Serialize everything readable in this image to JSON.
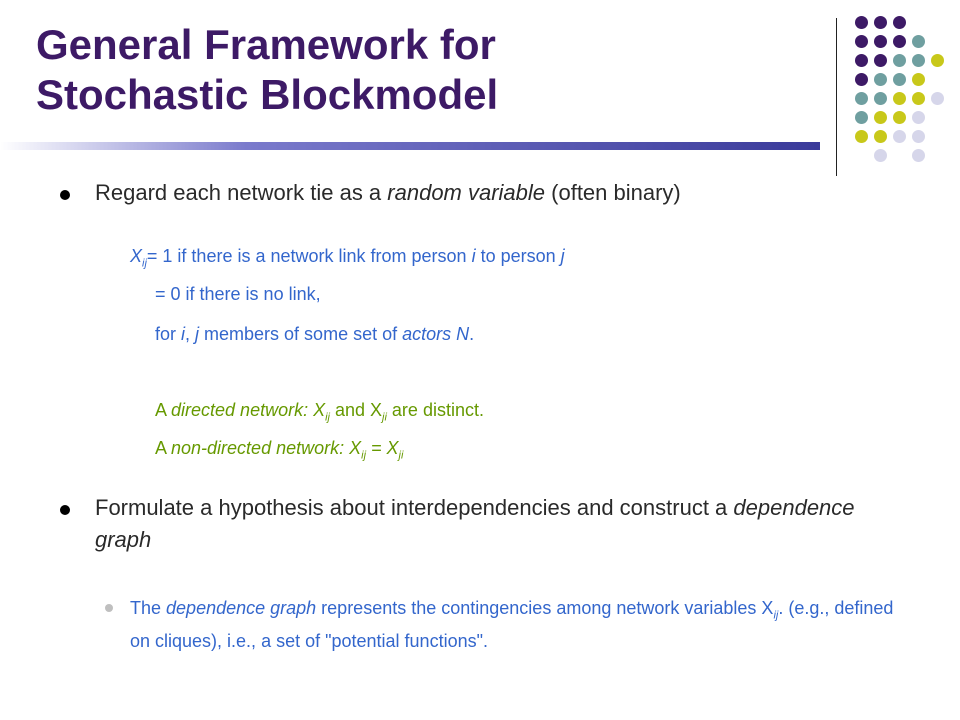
{
  "title": {
    "line1": "General Framework for",
    "line2": "Stochastic Blockmodel"
  },
  "bullet1": {
    "text_pre": "Regard each network tie as a ",
    "text_italic": "random variable",
    "text_post": " (often binary)"
  },
  "def": {
    "x": "X",
    "sub_ij": "ij",
    "line1_rest_a": "= 1 if there is a network link from person ",
    "i": "i",
    "line1_rest_b": " to person ",
    "j": "j",
    "line2": "= 0 if there is no link,",
    "line3_a": "for ",
    "line3_b": ", ",
    "line3_c": " members of some set of ",
    "actors": "actors N",
    "period": "."
  },
  "directed": {
    "a_label": "A ",
    "directed_italic": "directed network: X",
    "sub_ij": "ij",
    "and": " and X",
    "sub_ji": "ji",
    "rest": " are distinct.",
    "nondirected_italic": "non-directed network: X",
    "equals": " = X"
  },
  "bullet2": {
    "text_pre": "Formulate a hypothesis about interdependencies and construct a ",
    "text_italic": "dependence graph"
  },
  "sub_bullet": {
    "text_a": "The ",
    "text_italic": "dependence graph",
    "text_b": " represents the contingencies among network variables X",
    "sub_ij": "ij",
    "text_c": ". (e.g., defined on cliques), i.e., a set of \"potential functions\"."
  },
  "colors": {
    "title": "#3d1a66",
    "dot_purple": "#3d1a66",
    "dot_teal": "#6f9fa0",
    "dot_yellow": "#c8c81a",
    "dot_lavender": "#d6d6ea",
    "text_blue": "#3366cc",
    "text_green": "#669900"
  },
  "dot_grid": [
    [
      "purple",
      "purple",
      "purple",
      "",
      "",
      ""
    ],
    [
      "purple",
      "purple",
      "purple",
      "teal",
      "",
      ""
    ],
    [
      "purple",
      "purple",
      "teal",
      "teal",
      "yellow",
      ""
    ],
    [
      "purple",
      "teal",
      "teal",
      "yellow",
      "",
      ""
    ],
    [
      "teal",
      "teal",
      "yellow",
      "yellow",
      "lavender",
      ""
    ],
    [
      "teal",
      "yellow",
      "yellow",
      "lavender",
      "",
      ""
    ],
    [
      "yellow",
      "yellow",
      "lavender",
      "lavender",
      "",
      ""
    ],
    [
      "",
      "lavender",
      "",
      "lavender",
      "",
      ""
    ]
  ]
}
